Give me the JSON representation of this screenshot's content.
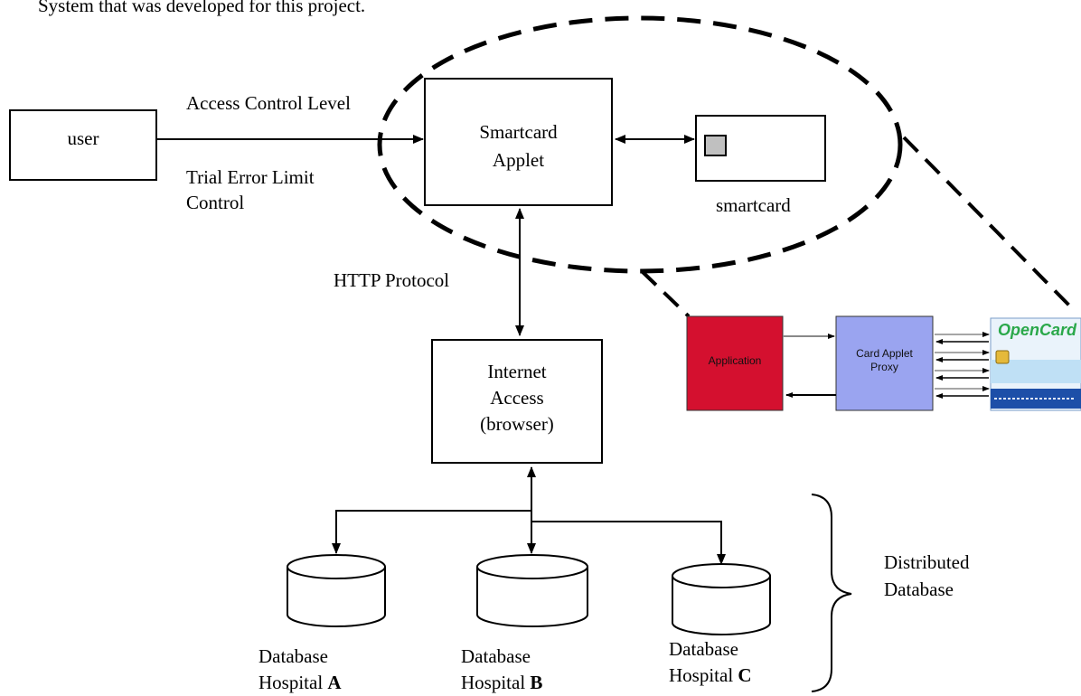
{
  "header_fragment": "System that was developed for this project.",
  "user_box": "user",
  "access_control_label": "Access Control Level",
  "trial_error_label": [
    "Trial Error Limit",
    "Control"
  ],
  "smartcard_applet": [
    "Smartcard",
    "Applet"
  ],
  "smartcard_label": "smartcard",
  "http_label": "HTTP Protocol",
  "internet_access": [
    "Internet",
    "Access",
    "(browser)"
  ],
  "databases": [
    {
      "line1": "Database",
      "line2_prefix": "Hospital ",
      "letter": "A"
    },
    {
      "line1": "Database",
      "line2_prefix": "Hospital ",
      "letter": "B"
    },
    {
      "line1": "Database",
      "line2_prefix": "Hospital ",
      "letter": "C"
    }
  ],
  "distributed_label": [
    "Distributed",
    "Database"
  ],
  "inset": {
    "application": "Application",
    "proxy": [
      "Card Applet",
      "Proxy"
    ],
    "logo": "OpenCard"
  },
  "colors": {
    "application_fill": "#d4102f",
    "proxy_fill": "#9aa4f0",
    "logo_blue": "#1d4fa8",
    "logo_green": "#2aa84a",
    "chip_gold": "#e5b93a"
  }
}
